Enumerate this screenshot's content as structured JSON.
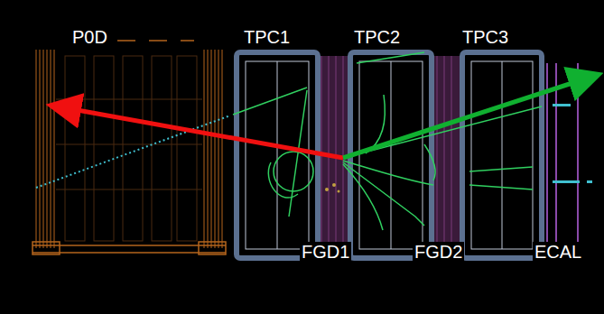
{
  "diagram": {
    "labels": [
      "P0D",
      "TPC1",
      "TPC2",
      "TPC3",
      "FGD1",
      "FGD2",
      "ECAL"
    ]
  }
}
